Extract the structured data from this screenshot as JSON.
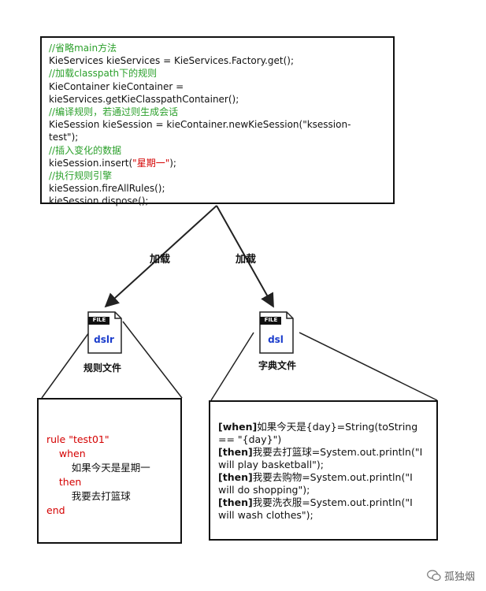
{
  "main_code": {
    "lines": [
      {
        "text": "//省略main方法",
        "kind": "comment"
      },
      {
        "text": "KieServices kieServices = KieServices.Factory.get();",
        "kind": "code"
      },
      {
        "text": "//加载classpath下的规则",
        "kind": "comment"
      },
      {
        "text": "KieContainer kieContainer =",
        "kind": "code"
      },
      {
        "text": "kieServices.getKieClasspathContainer();",
        "kind": "code"
      },
      {
        "text": "//编译规则，若通过则生成会话",
        "kind": "comment"
      },
      {
        "text": "KieSession kieSession = kieContainer.newKieSession(\"ksession-",
        "kind": "code"
      },
      {
        "text": "test\");",
        "kind": "code"
      },
      {
        "text": "//插入变化的数据",
        "kind": "comment"
      },
      {
        "pre": "kieSession.insert(",
        "red": "\"星期一\"",
        "post": ");",
        "kind": "mixed"
      },
      {
        "text": "//执行规则引擎",
        "kind": "comment"
      },
      {
        "text": "kieSession.fireAllRules();",
        "kind": "code"
      },
      {
        "text": "kieSession.dispose();",
        "kind": "code"
      }
    ]
  },
  "edges": {
    "left_label": "加载",
    "right_label": "加载"
  },
  "files": {
    "dslr": {
      "badge": "FILE",
      "ext": "dslr",
      "label": "规则文件"
    },
    "dsl": {
      "badge": "FILE",
      "ext": "dsl",
      "label": "字典文件"
    }
  },
  "rule_file": {
    "lines": [
      {
        "text": "rule \"test01\"",
        "color": "#d40000"
      },
      {
        "text": "    when",
        "color": "#d40000"
      },
      {
        "text": "        如果今天是星期一",
        "color": "#111111"
      },
      {
        "text": "    then",
        "color": "#d40000"
      },
      {
        "text": "        我要去打篮球",
        "color": "#111111"
      },
      {
        "text": "end",
        "color": "#d40000"
      }
    ]
  },
  "dict_file": {
    "lines": [
      {
        "tag": "[when]",
        "text": "如果今天是{day}=String(toString"
      },
      {
        "tag": "",
        "text": "== \"{day}\")"
      },
      {
        "tag": "[then]",
        "text": "我要去打篮球=System.out.println(\"I"
      },
      {
        "tag": "",
        "text": "will play basketball\");"
      },
      {
        "tag": "[then]",
        "text": "我要去购物=System.out.println(\"I"
      },
      {
        "tag": "",
        "text": "will do shopping\");"
      },
      {
        "tag": "[then]",
        "text": "我要洗衣服=System.out.println(\"I"
      },
      {
        "tag": "",
        "text": "will wash clothes\");"
      }
    ]
  },
  "watermark": {
    "text": "孤独烟",
    "icon": "wechat-icon"
  },
  "colors": {
    "comment": "#2ba02b",
    "keyword": "#d40000",
    "ext": "#1a3ccc"
  }
}
